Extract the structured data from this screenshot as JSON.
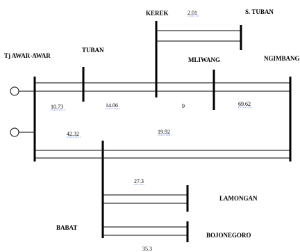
{
  "buses": {
    "tj_awar_awar": "Tj AWAR-AWAR",
    "tuban": "TUBAN",
    "kerek": "KEREK",
    "s_tuban": "S. TUBAN",
    "mliwang": "MLIWANG",
    "ngimbang": "NGIMBANG",
    "babat": "BABAT",
    "lamongan": "LAMONGAN",
    "bojonegoro": "BOJONEGORO"
  },
  "lines": {
    "kerek_stuban": "2.01",
    "tjaa_tuban": "10.73",
    "tuban_kerek": "14.06",
    "kerek_mliwang": "9",
    "mliwang_ngimbang": "69.62",
    "tjaa_babat": "42.32",
    "babat_ngimbang": "19.92",
    "babat_lamongan": "27.3",
    "babat_bojonegoro": "35.3"
  }
}
